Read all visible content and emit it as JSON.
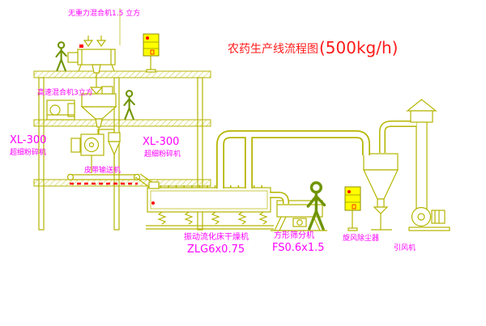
{
  "title": {
    "name": "农药生产线流程图",
    "capacity": "(500kg/h)"
  },
  "equipment_labels": {
    "gravity_mixer": "无重力混合机1.5 立方",
    "high_speed_mixer": "高速混合机3立方",
    "pulverizer_left": {
      "model": "XL-300",
      "name": "超细粉碎机"
    },
    "pulverizer_center": {
      "model": "XL-300",
      "name": "超细粉碎机"
    },
    "belt_conveyor": "皮带输送机",
    "fluid_bed_dryer": {
      "name": "振动流化床干燥机",
      "model": "ZLG6x0.75"
    },
    "square_screener": {
      "name": "方形筛分机",
      "model": "FS0.6x1.5"
    },
    "cyclone_dust_collector": "旋风除尘器",
    "induced_draft_fan": "引风机"
  },
  "colors": {
    "drawing_line": "#b5b500",
    "figure_line": "#6f9400",
    "label_magenta": "#ff00ff",
    "title_red": "#ff1a1a",
    "cabinet_yellow": "#ffff00",
    "accent_red": "#ff0000"
  }
}
